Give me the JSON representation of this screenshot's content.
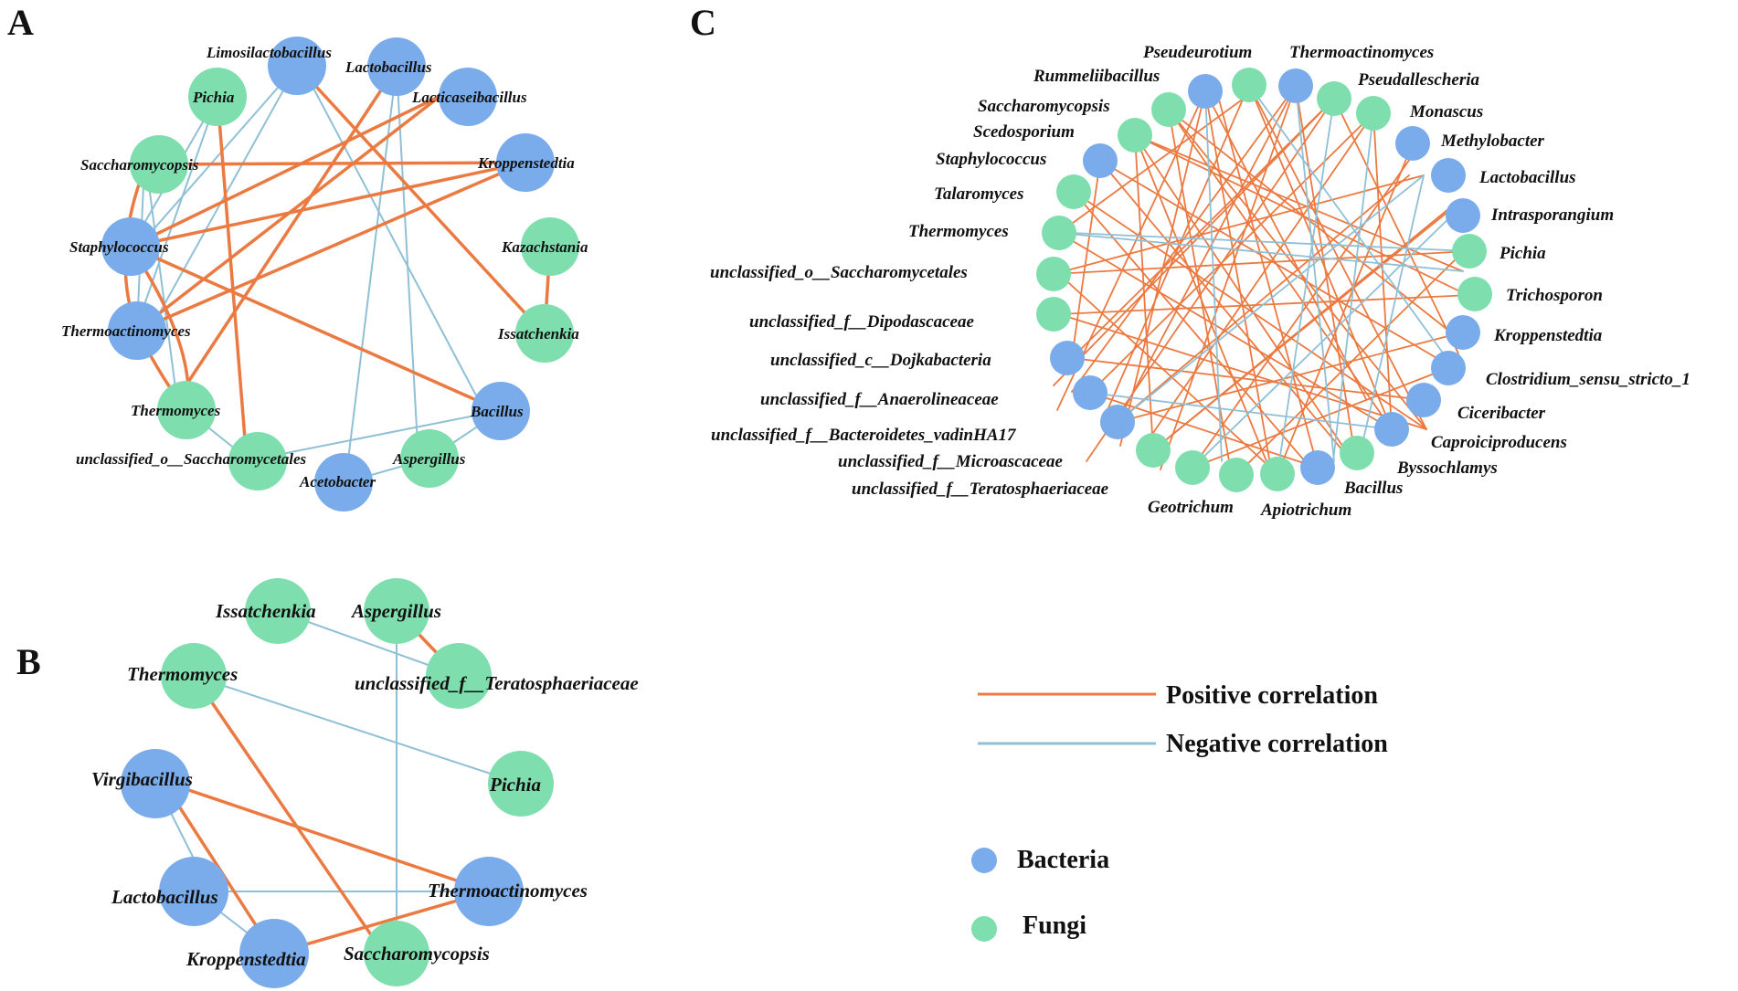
{
  "colors": {
    "bacteria": "#7AACEB",
    "fungi": "#7FDEAE",
    "positive": "#EB7A42",
    "negative": "#8FC0D5"
  },
  "panels": {
    "A": {
      "letter": "A",
      "nodes": [
        {
          "id": "limosilactobacillus",
          "label": "Limosilactobacillus",
          "type": "bacteria"
        },
        {
          "id": "lactobacillus",
          "label": "Lactobacillus",
          "type": "bacteria"
        },
        {
          "id": "pichia",
          "label": "Pichia",
          "type": "fungi"
        },
        {
          "id": "lacticaseibacillus",
          "label": "Lacticaseibacillus",
          "type": "bacteria"
        },
        {
          "id": "saccharomycopsis",
          "label": "Saccharomycopsis",
          "type": "fungi"
        },
        {
          "id": "kroppenstedtia",
          "label": "Kroppenstedtia",
          "type": "bacteria"
        },
        {
          "id": "kazachstania",
          "label": "Kazachstania",
          "type": "fungi"
        },
        {
          "id": "staphylococcus",
          "label": "Staphylococcus",
          "type": "bacteria"
        },
        {
          "id": "issatchenkia",
          "label": "Issatchenkia",
          "type": "fungi"
        },
        {
          "id": "thermoactinomyces",
          "label": "Thermoactinomyces",
          "type": "bacteria"
        },
        {
          "id": "thermomyces",
          "label": "Thermomyces",
          "type": "fungi"
        },
        {
          "id": "bacillus",
          "label": "Bacillus",
          "type": "bacteria"
        },
        {
          "id": "unc_saccharomycetales",
          "label": "unclassified_o__Saccharomycetales",
          "type": "fungi"
        },
        {
          "id": "aspergillus",
          "label": "Aspergillus",
          "type": "fungi"
        },
        {
          "id": "acetobacter",
          "label": "Acetobacter",
          "type": "bacteria"
        }
      ]
    },
    "B": {
      "letter": "B",
      "nodes": [
        {
          "id": "issatchenkia",
          "label": "Issatchenkia",
          "type": "fungi"
        },
        {
          "id": "aspergillus",
          "label": "Aspergillus",
          "type": "fungi"
        },
        {
          "id": "thermomyces",
          "label": "Thermomyces",
          "type": "fungi"
        },
        {
          "id": "unc_teratosphaeriaceae",
          "label": "unclassified_f__Teratosphaeriaceae",
          "type": "fungi"
        },
        {
          "id": "pichia",
          "label": "Pichia",
          "type": "fungi"
        },
        {
          "id": "virgibacillus",
          "label": "Virgibacillus",
          "type": "bacteria"
        },
        {
          "id": "thermoactinomyces",
          "label": "Thermoactinomyces",
          "type": "bacteria"
        },
        {
          "id": "lactobacillus",
          "label": "Lactobacillus",
          "type": "bacteria"
        },
        {
          "id": "kroppenstedtia",
          "label": "Kroppenstedtia",
          "type": "bacteria"
        },
        {
          "id": "saccharomycopsis",
          "label": "Saccharomycopsis",
          "type": "fungi"
        }
      ]
    },
    "C": {
      "letter": "C",
      "nodes": [
        {
          "id": "pseudeurotium",
          "label": "Pseudeurotium",
          "type": "fungi"
        },
        {
          "id": "thermoactinomyces",
          "label": "Thermoactinomyces",
          "type": "bacteria"
        },
        {
          "id": "rummeliibacillus",
          "label": "Rummeliibacillus",
          "type": "bacteria"
        },
        {
          "id": "pseudallescheria",
          "label": "Pseudallescheria",
          "type": "fungi"
        },
        {
          "id": "saccharomycopsis",
          "label": "Saccharomycopsis",
          "type": "fungi"
        },
        {
          "id": "monascus",
          "label": "Monascus",
          "type": "fungi"
        },
        {
          "id": "scedosporium",
          "label": "Scedosporium",
          "type": "fungi"
        },
        {
          "id": "methylobacter",
          "label": "Methylobacter",
          "type": "bacteria"
        },
        {
          "id": "staphylococcus",
          "label": "Staphylococcus",
          "type": "bacteria"
        },
        {
          "id": "lactobacillus",
          "label": "Lactobacillus",
          "type": "bacteria"
        },
        {
          "id": "talaromyces",
          "label": "Talaromyces",
          "type": "fungi"
        },
        {
          "id": "intrasporangium",
          "label": "Intrasporangium",
          "type": "bacteria"
        },
        {
          "id": "thermomyces",
          "label": "Thermomyces",
          "type": "fungi"
        },
        {
          "id": "pichia",
          "label": "Pichia",
          "type": "fungi"
        },
        {
          "id": "unc_saccharomycetales",
          "label": "unclassified_o__Saccharomycetales",
          "type": "fungi"
        },
        {
          "id": "trichosporon",
          "label": "Trichosporon",
          "type": "fungi"
        },
        {
          "id": "unc_dipodascaceae",
          "label": "unclassified_f__Dipodascaceae",
          "type": "fungi"
        },
        {
          "id": "kroppenstedtia",
          "label": "Kroppenstedtia",
          "type": "bacteria"
        },
        {
          "id": "unc_dojkabacteria",
          "label": "unclassified_c__Dojkabacteria",
          "type": "bacteria"
        },
        {
          "id": "clostridium",
          "label": "Clostridium_sensu_stricto_1",
          "type": "bacteria"
        },
        {
          "id": "unc_anaerolineaceae",
          "label": "unclassified_f__Anaerolineaceae",
          "type": "bacteria"
        },
        {
          "id": "ciceribacter",
          "label": "Ciceribacter",
          "type": "bacteria"
        },
        {
          "id": "unc_bacteroidetes",
          "label": "unclassified_f__Bacteroidetes_vadinHA17",
          "type": "bacteria"
        },
        {
          "id": "caproiciproducens",
          "label": "Caproiciproducens",
          "type": "bacteria"
        },
        {
          "id": "unc_microascaceae",
          "label": "unclassified_f__Microascaceae",
          "type": "fungi"
        },
        {
          "id": "byssochlamys",
          "label": "Byssochlamys",
          "type": "fungi"
        },
        {
          "id": "unc_teratosphaeriaceae",
          "label": "unclassified_f__Teratosphaeriaceae",
          "type": "fungi"
        },
        {
          "id": "bacillus",
          "label": "Bacillus",
          "type": "bacteria"
        },
        {
          "id": "geotrichum",
          "label": "Geotrichum",
          "type": "fungi"
        },
        {
          "id": "apiotrichum",
          "label": "Apiotrichum",
          "type": "fungi"
        }
      ]
    }
  },
  "legend": {
    "positive": "Positive correlation",
    "negative": "Negative correlation",
    "bacteria": "Bacteria",
    "fungi": "Fungi"
  }
}
